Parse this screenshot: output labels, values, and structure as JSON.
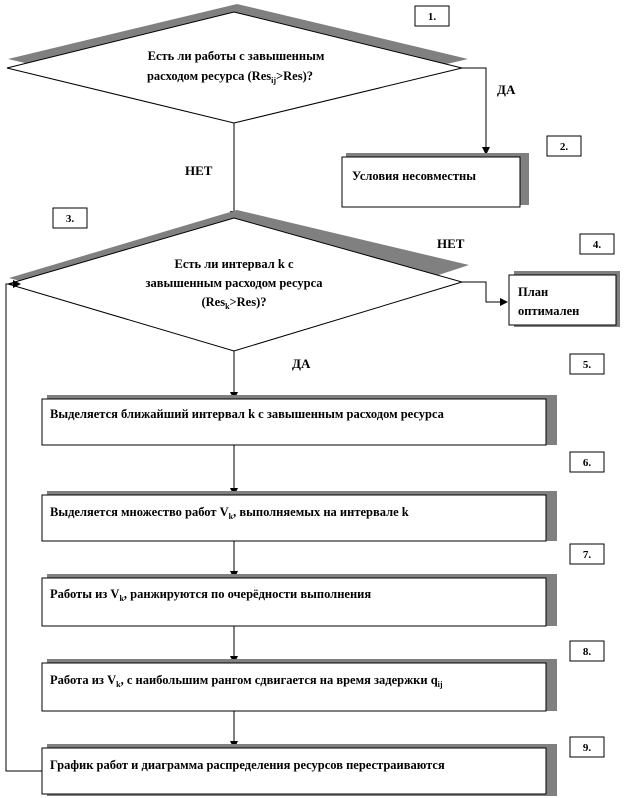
{
  "numbers": [
    "1.",
    "2.",
    "3.",
    "4.",
    "5.",
    "6.",
    "7.",
    "8.",
    "9."
  ],
  "decision1": {
    "line1": "Есть ли работы с завышенным",
    "line2_pre": "расходом ресурса (Res",
    "line2_sub": "ij",
    "line2_post": ">Res)?"
  },
  "decision2": {
    "line1": "Есть ли интервал k с",
    "line2": "завышенным расходом ресурса",
    "line3_pre": "(Res",
    "line3_sub": "k",
    "line3_post": ">Res)?"
  },
  "labels": {
    "yes1": "ДА",
    "no1": "НЕТ",
    "no2": "НЕТ",
    "yes2": "ДА"
  },
  "box_incompatible": "Условия несовместны",
  "box_optimal": {
    "line1": "План",
    "line2": "оптимален"
  },
  "step5": "Выделяется ближайший интервал k с завышенным расходом ресурса",
  "step6": {
    "pre": "Выделяется множество работ V",
    "sub": "k",
    "post": ", выполняемых на интервале k"
  },
  "step7": {
    "pre": "Работы из V",
    "sub": "k",
    "post": ", ранжируются по очерёдности выполнения"
  },
  "step8": {
    "pre": "Работа из V",
    "sub": "k",
    "mid": ", с наибольшим рангом сдвигается на время задержки q",
    "sub2": "ij"
  },
  "step9": "График работ и диаграмма распределения ресурсов перестраиваются"
}
